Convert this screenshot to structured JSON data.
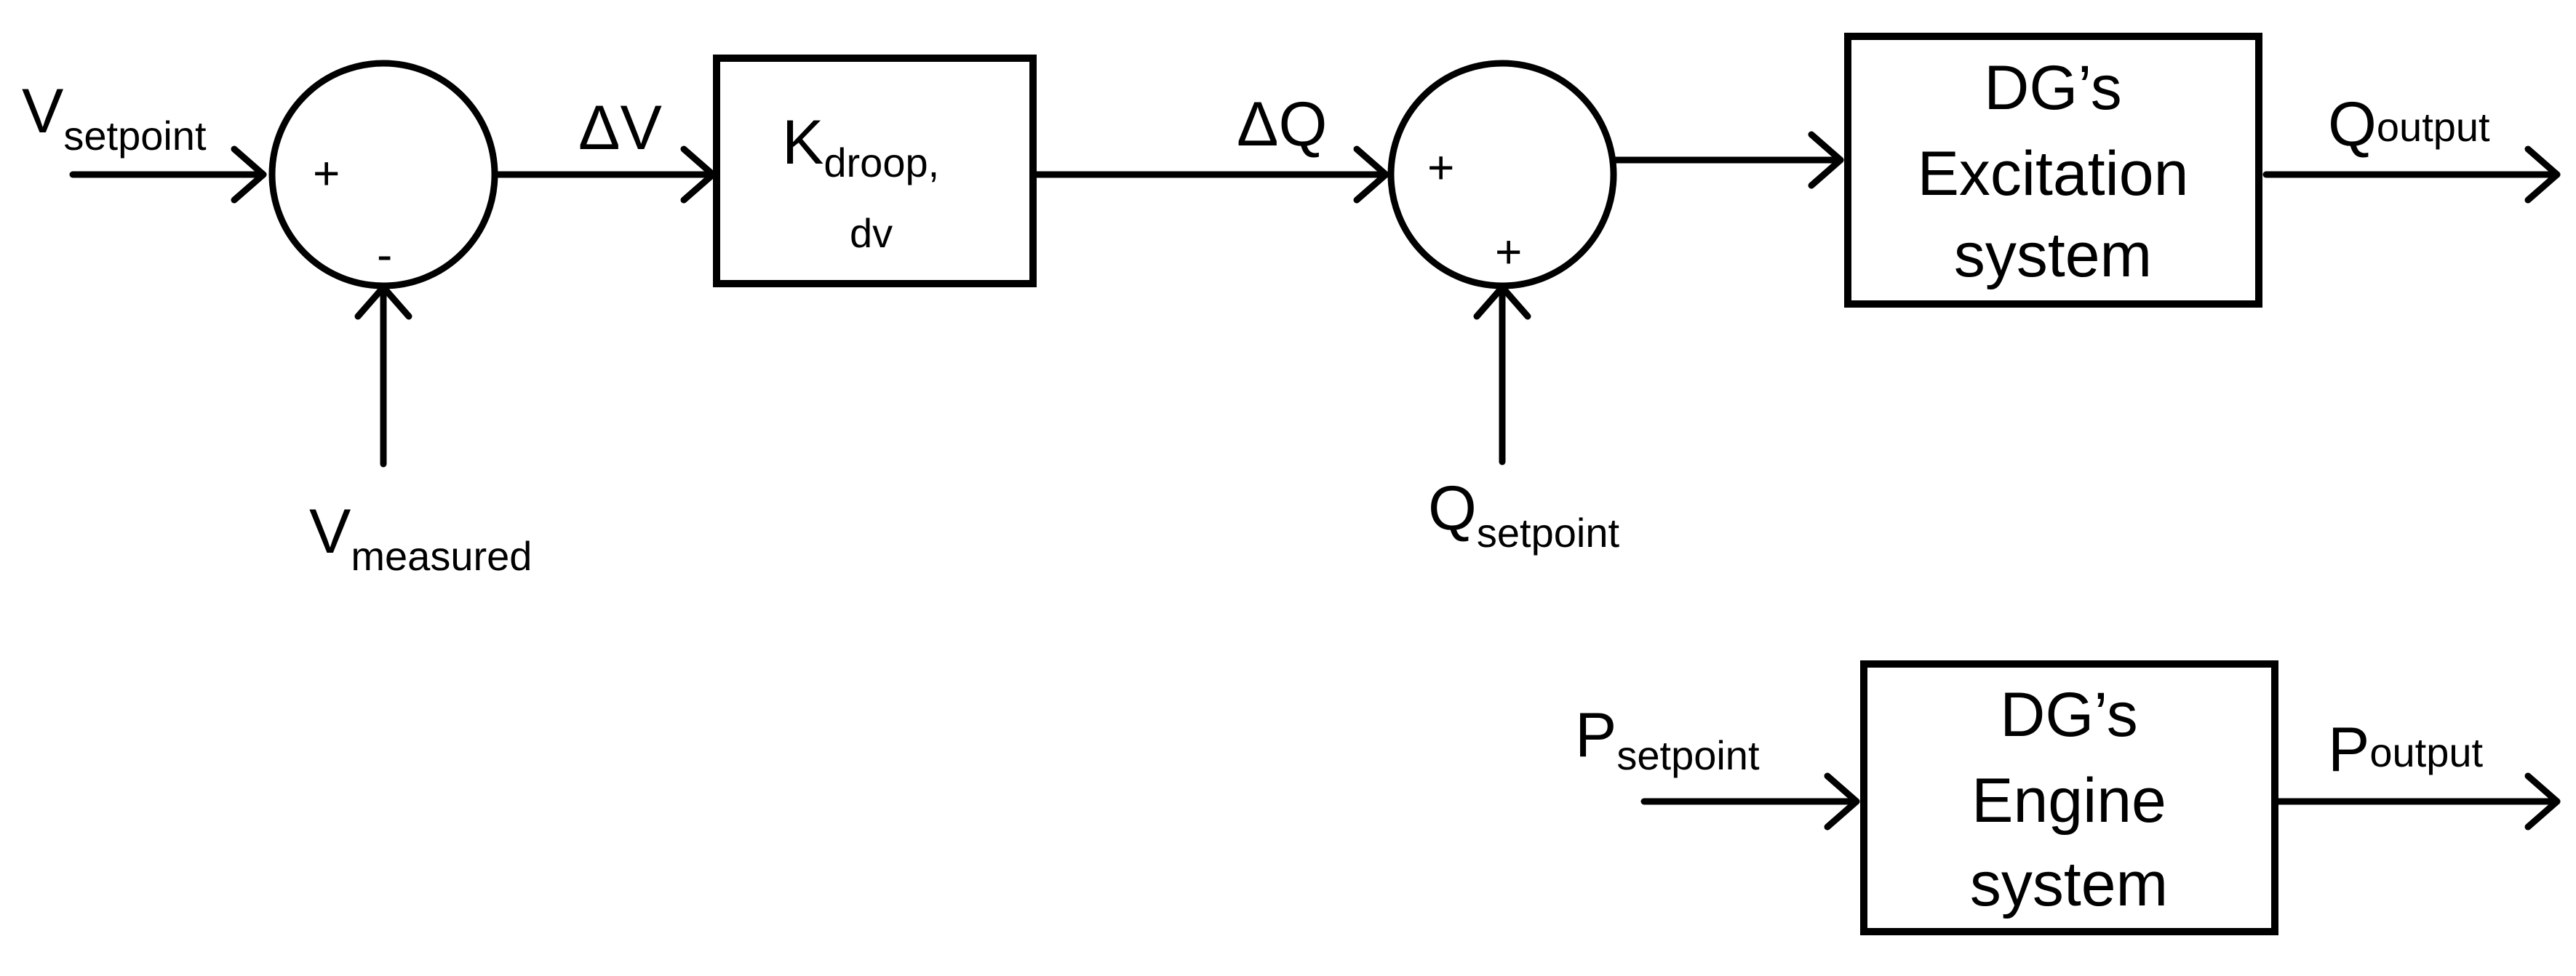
{
  "summer_1": {
    "plus_sign": "+",
    "minus_sign": "-"
  },
  "summer_2": {
    "plus_sign_left": "+",
    "plus_sign_bottom": "+"
  },
  "inputs": {
    "v_setpoint": {
      "main": "V",
      "sub": "setpoint"
    },
    "v_measured": {
      "main": "V",
      "sub": "measured"
    },
    "q_setpoint": {
      "main": "Q",
      "sub": "setpoint"
    },
    "p_setpoint": {
      "main": "P",
      "sub": "setpoint"
    }
  },
  "signals": {
    "delta_v": "ΔV",
    "delta_q": "ΔQ"
  },
  "blocks": {
    "k_droop": {
      "main": "K",
      "sub_line1": "droop,",
      "sub_line2": "dv"
    },
    "excitation": {
      "line1": "DG’s",
      "line2": "Excitation",
      "line3": "system"
    },
    "engine": {
      "line1": "DG’s",
      "line2": "Engine",
      "line3": "system"
    }
  },
  "outputs": {
    "q_output": {
      "main": "Q",
      "sub": "output"
    },
    "p_output": {
      "main": "P",
      "sub": "output"
    }
  }
}
